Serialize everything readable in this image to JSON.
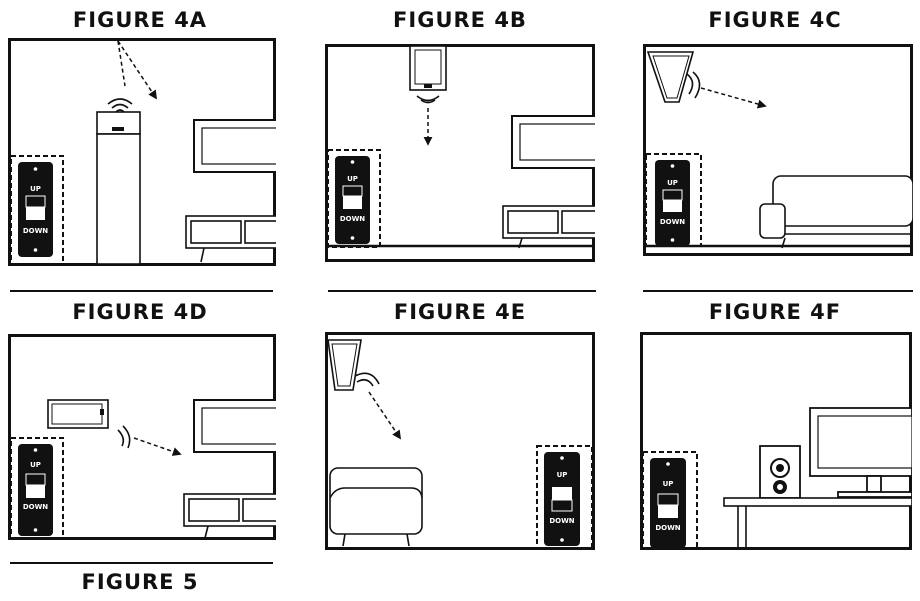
{
  "figures": {
    "a": {
      "title": "FIGURE 4A",
      "up": "UP",
      "down": "DOWN"
    },
    "b": {
      "title": "FIGURE 4B",
      "up": "UP",
      "down": "DOWN"
    },
    "c": {
      "title": "FIGURE 4C",
      "up": "UP",
      "down": "DOWN"
    },
    "d": {
      "title": "FIGURE 4D",
      "up": "UP",
      "down": "DOWN"
    },
    "e": {
      "title": "FIGURE 4E",
      "up": "UP",
      "down": "DOWN"
    },
    "f": {
      "title": "FIGURE 4F",
      "up": "UP",
      "down": "DOWN"
    },
    "g": {
      "title": "FIGURE 5"
    }
  }
}
